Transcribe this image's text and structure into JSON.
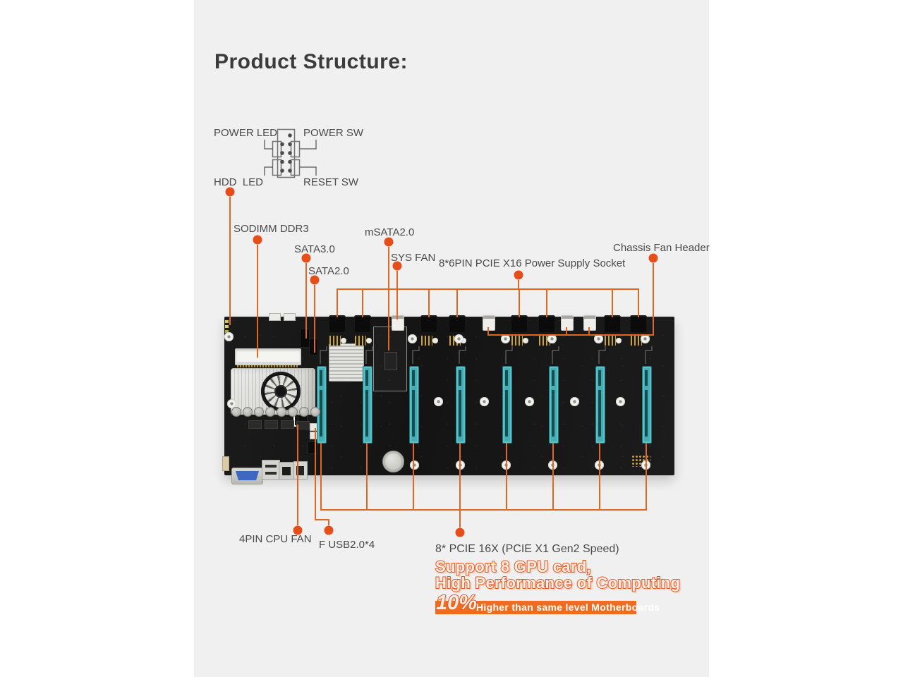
{
  "page": {
    "title": "Product Structure:"
  },
  "colors": {
    "accent_orange": "#E8551C",
    "line_orange": "#E06722",
    "dot_orange": "#E54E1A",
    "banner_orange": "#ED6C1E",
    "label_gray": "#4A4A4A",
    "panel_gray": "#F0F0F0",
    "board_black": "#171717",
    "slot_teal": "#45ADB3"
  },
  "front_panel": {
    "power_led": "POWER LED",
    "power_sw": "POWER SW",
    "hdd_led": "HDD  LED",
    "reset_sw": "RESET SW"
  },
  "callouts": {
    "sodimm": "SODIMM DDR3",
    "sata3": "SATA3.0",
    "sata2": "SATA2.0",
    "msata": "mSATA2.0",
    "sys_fan": "SYS FAN",
    "pcie_power": "8*6PIN PCIE X16 Power Supply Socket",
    "chassis_fan": "Chassis Fan Header",
    "cpu_fan": "4PIN CPU FAN",
    "f_usb": "F USB2.0*4",
    "pcie_16x": "8* PCIE 16X (PCIE X1 Gen2 Speed)"
  },
  "promo": {
    "line1": "Support 8 GPU card,",
    "line2": "High Performance of Computing",
    "percent": "10%",
    "banner_text": "Higher than same level Motherboards"
  }
}
